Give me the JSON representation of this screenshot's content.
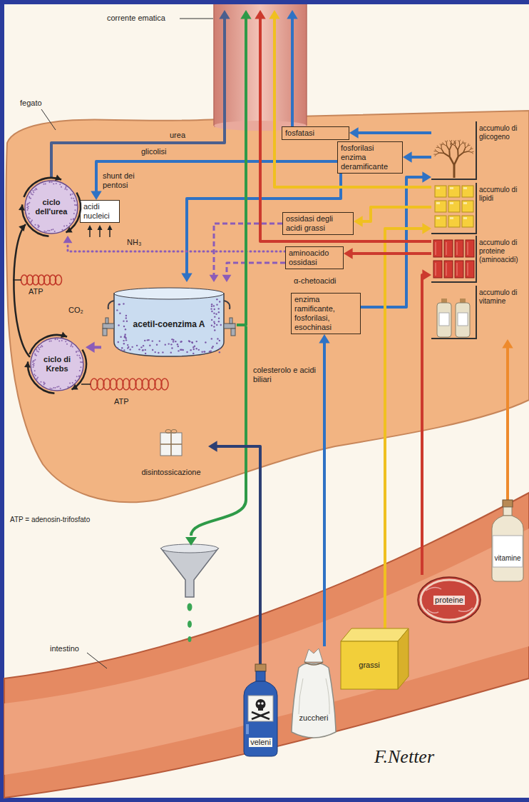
{
  "diagram": {
    "nodes": [
      {
        "text": [
          "fosfatasi"
        ]
      },
      {
        "text": [
          "fosforilasi enzima deramificante"
        ]
      },
      {
        "text": [
          "acidi nucleici"
        ]
      },
      {
        "text": [
          "ossidasi degli acidi grassi"
        ]
      },
      {
        "text": [
          "aminoacido ossidasi"
        ]
      },
      {
        "text": [
          "enzima ramificante, fosforilasi, esochinasi"
        ]
      },
      {
        "text": [
          "ciclo dell'urea"
        ]
      },
      {
        "text": [
          "acetil-coenzima A"
        ]
      },
      {
        "text": [
          "ciclo di Krebs"
        ]
      },
      {
        "text": [
          "accumulo di glicogeno"
        ]
      },
      {
        "text": [
          "accumulo di lipidi"
        ]
      },
      {
        "text": [
          "accumulo di proteine (aminoacidi)"
        ]
      },
      {
        "text": [
          "accumulo di vitamine"
        ]
      },
      {
        "text": [
          "veleni"
        ]
      },
      {
        "text": [
          "zuccheri"
        ]
      },
      {
        "text": [
          "grassi"
        ]
      },
      {
        "text": [
          "proteine"
        ]
      },
      {
        "text": [
          "vitamine"
        ]
      },
      {
        "text": [
          "disintossicazione"
        ]
      },
      {
        "text": [
          "corrente ematica"
        ]
      }
    ],
    "edges": [
      {
        "from": 14,
        "to": 5,
        "arrow": "to"
      },
      {
        "from": 5,
        "to": 9,
        "arrow": "to"
      },
      {
        "from": 9,
        "to": 0,
        "arrow": "to"
      },
      {
        "from": 0,
        "to": 19,
        "arrow": "to"
      },
      {
        "from": 9,
        "to": 1,
        "arrow": "to"
      },
      {
        "from": 1,
        "to": 2,
        "label": "glicolisi",
        "arrow": "to"
      },
      {
        "from": 1,
        "to": 7,
        "arrow": "to"
      },
      {
        "from": 15,
        "to": 10,
        "arrow": "to"
      },
      {
        "from": 10,
        "to": 3,
        "arrow": "to"
      },
      {
        "from": 3,
        "to": 7,
        "arrow": "to"
      },
      {
        "from": 16,
        "to": 11,
        "arrow": "to"
      },
      {
        "from": 11,
        "to": 4,
        "arrow": "to"
      },
      {
        "from": 4,
        "to": 7,
        "arrow": "to"
      },
      {
        "from": 4,
        "to": 6,
        "label": "NH₃",
        "arrow": "to"
      },
      {
        "from": 17,
        "to": 12,
        "arrow": "to"
      },
      {
        "from": 13,
        "to": 18,
        "arrow": "to"
      },
      {
        "from": 6,
        "to": 19,
        "label": "urea",
        "arrow": "to"
      },
      {
        "from": 7,
        "to": 19,
        "label": "colesterolo e acidi biliari",
        "arrow": "to"
      },
      {
        "from": 11,
        "to": 19,
        "arrow": "to"
      },
      {
        "from": 10,
        "to": 19,
        "arrow": "to"
      },
      {
        "from": 7,
        "to": 8,
        "arrow": "to"
      }
    ],
    "labels": [
      "fegato",
      "shunt dei pentosi",
      "ATP",
      "CO₂",
      "α-chetoacidi",
      "ATP",
      "ATP = adenosin-trifosfato",
      "intestino",
      "F.Netter"
    ]
  }
}
